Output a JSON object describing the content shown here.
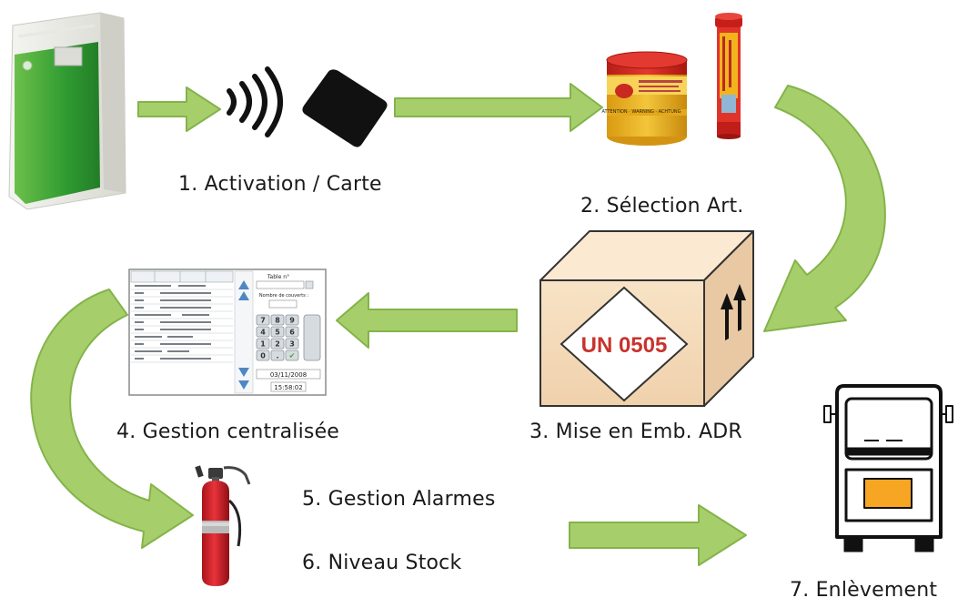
{
  "steps": {
    "s1": "1.  Activation / Carte",
    "s2": "2. Sélection Art.",
    "s3": "3. Mise en Emb. ADR",
    "s4": "4. Gestion centralisée",
    "s5": "5. Gestion Alarmes",
    "s6": "6. Niveau Stock",
    "s7": "7. Enlèvement"
  },
  "package": {
    "un_label": "UN 0505"
  },
  "screen": {
    "table_no_label": "Table n°",
    "covers_label": "Nombre de couverts :",
    "date": "03/11/2008",
    "time": "15:58:02",
    "keypad": [
      "7",
      "8",
      "9",
      "4",
      "5",
      "6",
      "1",
      "2",
      "3",
      "0",
      ".",
      "✔"
    ]
  },
  "colors": {
    "arrow_fill": "#a6cf6b",
    "arrow_stroke": "#84b34a",
    "kiosk_green": "#3aa838",
    "un_red": "#c8332d",
    "package_tan": "#f5dcbc",
    "truck_plate": "#f6a623",
    "extinguisher_red": "#d9262b"
  },
  "icons": [
    "nfc-waves-icon",
    "card-icon",
    "kiosk-icon",
    "flare-tin-icon",
    "flare-tube-icon",
    "package-icon",
    "touchscreen-icon",
    "extinguisher-icon",
    "truck-icon"
  ]
}
